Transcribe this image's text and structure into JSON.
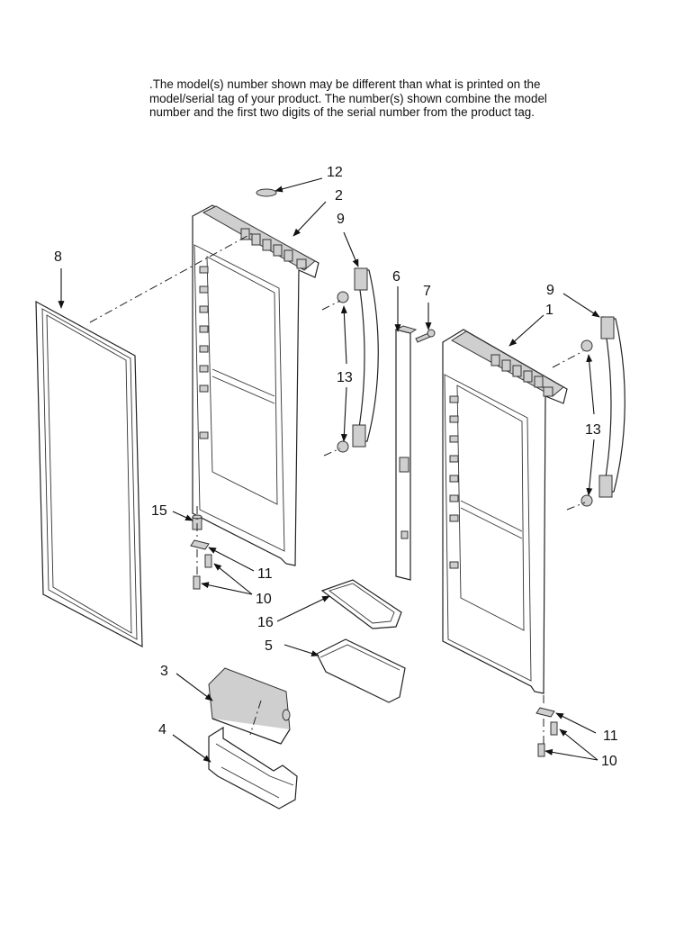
{
  "note": {
    "lines": [
      ".The model(s) number shown may be different than what is printed on the",
      "model/serial tag of your product. The number(s) shown combine the model",
      "number and the first two digits of the serial number from the product tag."
    ]
  },
  "callouts": {
    "c12": "12",
    "c2": "2",
    "c9a": "9",
    "c8": "8",
    "c6": "6",
    "c7": "7",
    "c9b": "9",
    "c1": "1",
    "c13a": "13",
    "c13b": "13",
    "c15": "15",
    "c11a": "11",
    "c10a": "10",
    "c16": "16",
    "c5": "5",
    "c3": "3",
    "c4": "4",
    "c11b": "11",
    "c10b": "10"
  },
  "colors": {
    "line": "#222222",
    "shade": "#cfcfcf",
    "background": "#ffffff"
  }
}
